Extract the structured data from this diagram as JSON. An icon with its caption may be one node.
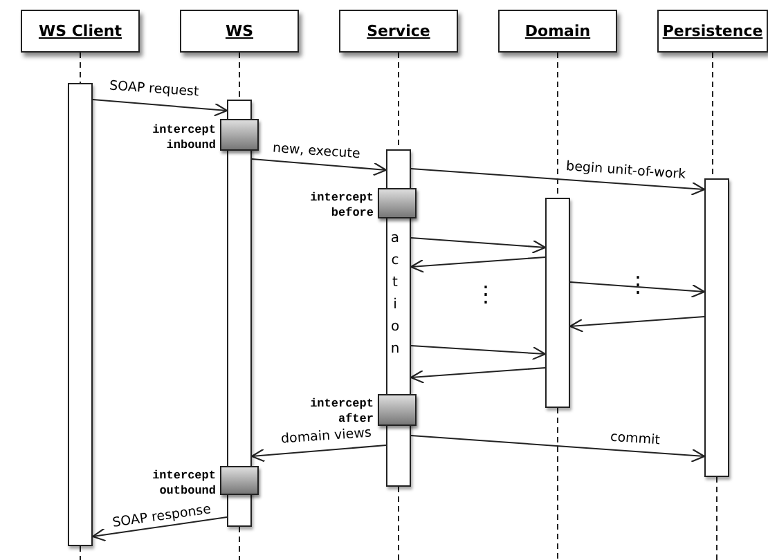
{
  "diagram": {
    "nodes": [
      {
        "text": [
          "WS Client"
        ]
      },
      {
        "text": [
          "WS"
        ]
      },
      {
        "text": [
          "Service"
        ]
      },
      {
        "text": [
          "Domain"
        ]
      },
      {
        "text": [
          "Persistence"
        ]
      },
      {
        "text": [],
        "shape": "bar"
      },
      {
        "text": [],
        "shape": "bar"
      },
      {
        "text": [
          "action"
        ]
      },
      {
        "text": [],
        "shape": "bar"
      },
      {
        "text": [],
        "shape": "bar"
      },
      {
        "text": [],
        "shape": "box",
        "beside": [
          "intercept inbound"
        ]
      },
      {
        "text": [],
        "shape": "box",
        "beside": [
          "intercept before"
        ]
      },
      {
        "text": [],
        "shape": "box",
        "beside": [
          "intercept after"
        ]
      },
      {
        "text": [],
        "shape": "box",
        "beside": [
          "intercept outbound"
        ]
      }
    ],
    "edges": [
      {
        "from": 0,
        "to": 5,
        "arrow": "none",
        "style": "dashed"
      },
      {
        "from": 1,
        "to": 6,
        "arrow": "none",
        "style": "dashed"
      },
      {
        "from": 2,
        "to": 7,
        "arrow": "none",
        "style": "dashed"
      },
      {
        "from": 3,
        "to": 8,
        "arrow": "none",
        "style": "dashed"
      },
      {
        "from": 4,
        "to": 9,
        "arrow": "none",
        "style": "dashed"
      },
      {
        "from": 5,
        "to": null,
        "arrow": "none",
        "style": "dashed"
      },
      {
        "from": 6,
        "to": null,
        "arrow": "none",
        "style": "dashed"
      },
      {
        "from": 7,
        "to": null,
        "arrow": "none",
        "style": "dashed"
      },
      {
        "from": 8,
        "to": null,
        "arrow": "none",
        "style": "dashed"
      },
      {
        "from": 9,
        "to": null,
        "arrow": "none",
        "style": "dashed"
      },
      {
        "from": 5,
        "to": 6,
        "arrow": "to",
        "label": "SOAP request"
      },
      {
        "from": 6,
        "to": 7,
        "arrow": "to",
        "label": "new, execute"
      },
      {
        "from": 7,
        "to": 9,
        "arrow": "to",
        "label": "begin unit-of-work"
      },
      {
        "from": 7,
        "to": 8,
        "arrow": "to"
      },
      {
        "from": 8,
        "to": 7,
        "arrow": "to"
      },
      {
        "from": 8,
        "to": 9,
        "arrow": "to"
      },
      {
        "from": 9,
        "to": 8,
        "arrow": "to"
      },
      {
        "from": 7,
        "to": 8,
        "arrow": "to"
      },
      {
        "from": 8,
        "to": 7,
        "arrow": "to"
      },
      {
        "from": 7,
        "to": 6,
        "arrow": "to",
        "label": "domain views"
      },
      {
        "from": 7,
        "to": 9,
        "arrow": "to",
        "label": "commit"
      },
      {
        "from": 6,
        "to": 5,
        "arrow": "to",
        "label": "SOAP response"
      }
    ],
    "labels": [
      "⋮",
      "⋮"
    ]
  }
}
